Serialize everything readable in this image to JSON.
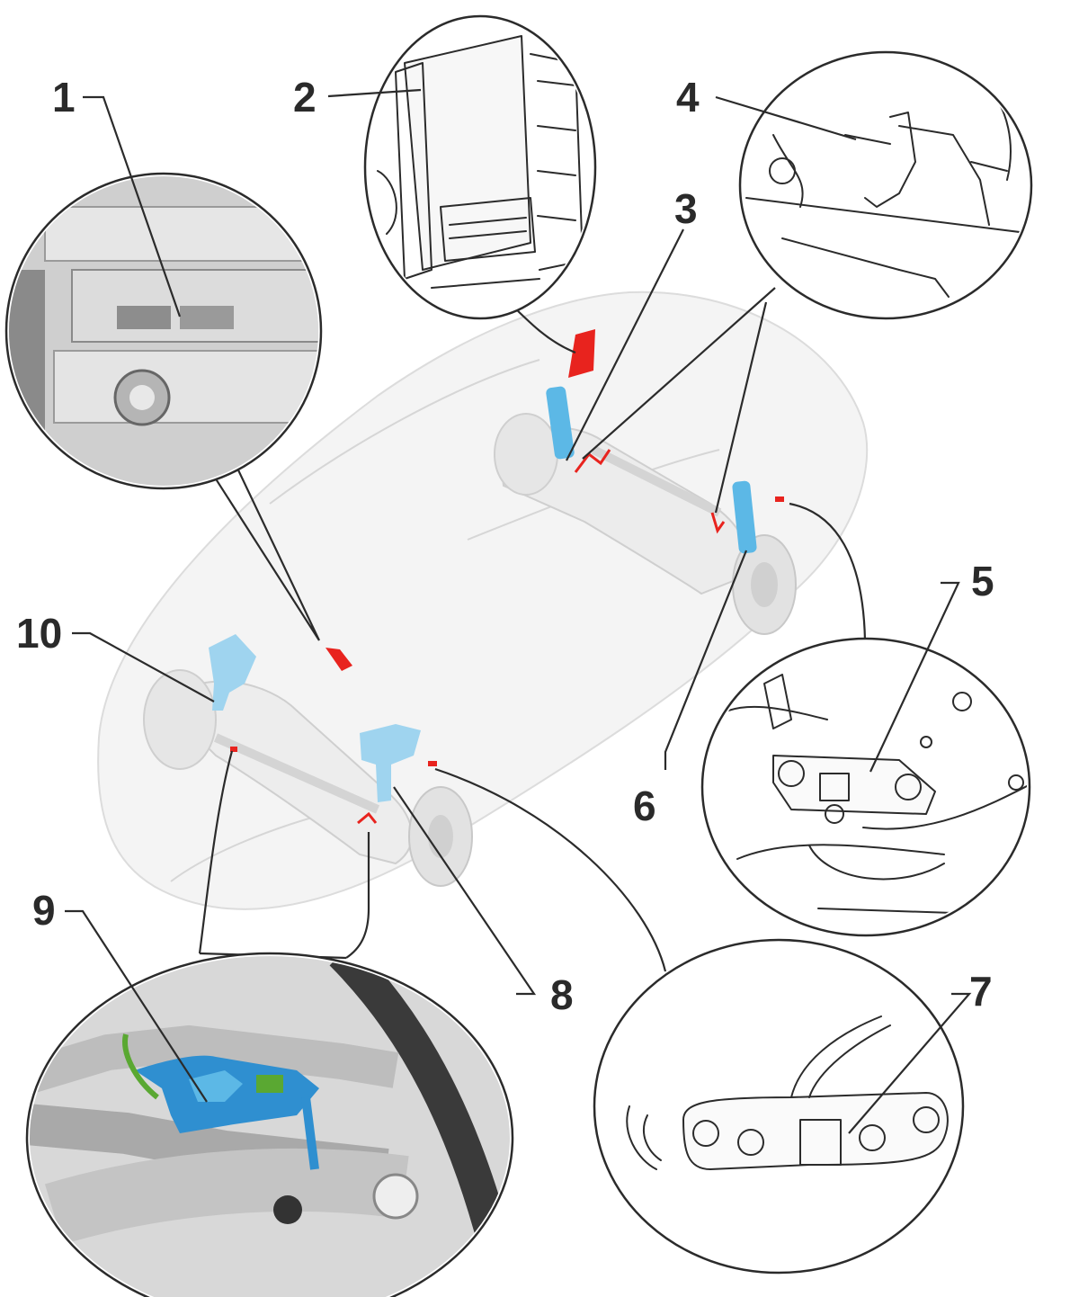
{
  "callouts": [
    {
      "id": "1",
      "label": "1"
    },
    {
      "id": "2",
      "label": "2"
    },
    {
      "id": "3",
      "label": "3"
    },
    {
      "id": "4",
      "label": "4"
    },
    {
      "id": "5",
      "label": "5"
    },
    {
      "id": "6",
      "label": "6"
    },
    {
      "id": "7",
      "label": "7"
    },
    {
      "id": "8",
      "label": "8"
    },
    {
      "id": "9",
      "label": "9"
    },
    {
      "id": "10",
      "label": "10"
    }
  ],
  "colors": {
    "highlight_red": "#e8231e",
    "highlight_blue": "#5cb8e6",
    "highlight_blue_dark": "#2f8fd0",
    "highlight_green": "#5aa832",
    "ink": "#2b2b2b",
    "ghost": "#d6d6d6"
  }
}
